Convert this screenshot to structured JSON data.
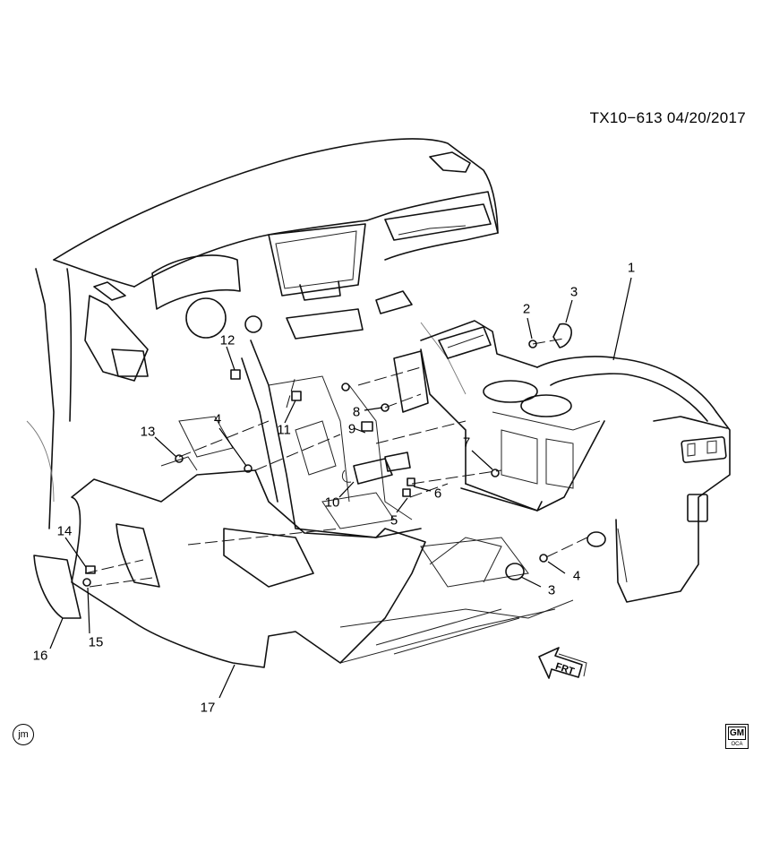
{
  "header": {
    "code": "TX10−613  04/20/2017"
  },
  "callouts": [
    "1",
    "2",
    "3",
    "3",
    "4",
    "4",
    "5",
    "6",
    "7",
    "8",
    "9",
    "10",
    "11",
    "12",
    "13",
    "14",
    "15",
    "16",
    "17"
  ],
  "direction_marker": {
    "text": "FRT"
  },
  "badges": {
    "jm": "jm",
    "gm": "GM",
    "gm_sub": "OCA"
  }
}
